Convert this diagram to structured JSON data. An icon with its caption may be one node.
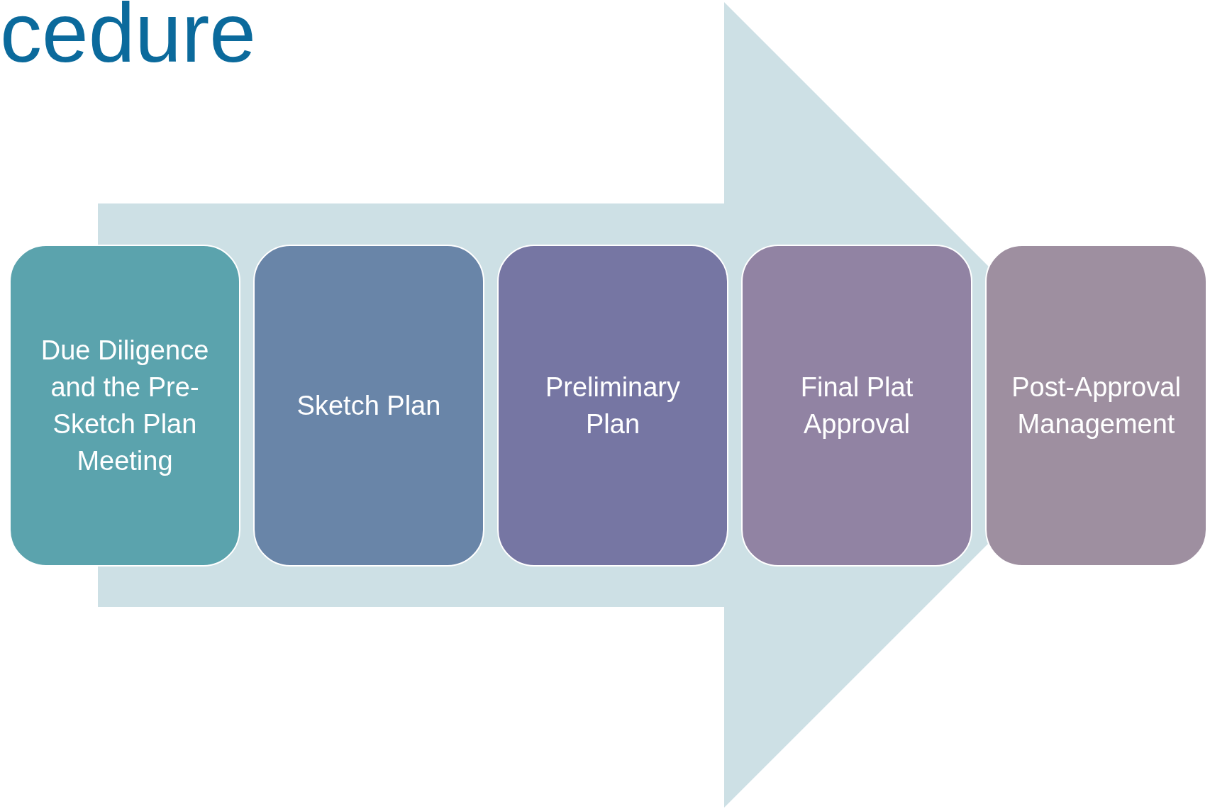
{
  "diagram": {
    "title": "cedure",
    "nodes": [
      {
        "text": [
          "Due Diligence and the Pre-Sketch Plan Meeting"
        ]
      },
      {
        "text": [
          "Sketch Plan"
        ]
      },
      {
        "text": [
          "Preliminary Plan"
        ]
      },
      {
        "text": [
          "Final Plat Approval"
        ]
      },
      {
        "text": [
          "Post-Approval Management"
        ]
      }
    ],
    "edges": [
      {
        "from": 0,
        "to": 4,
        "arrow": "to"
      }
    ]
  }
}
